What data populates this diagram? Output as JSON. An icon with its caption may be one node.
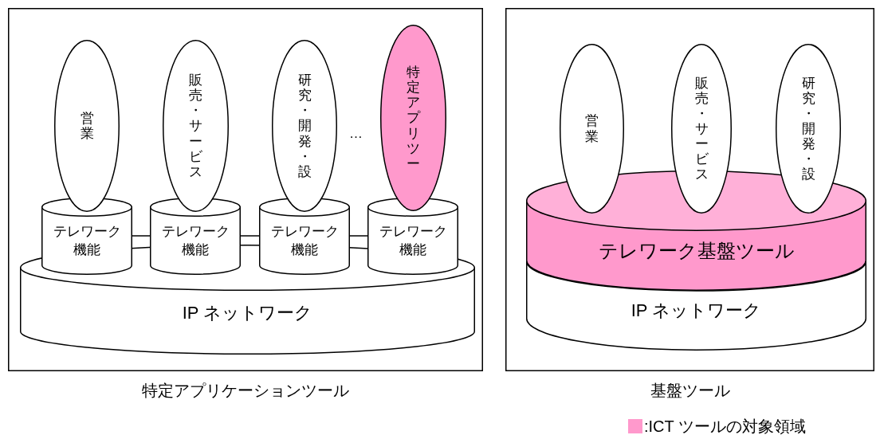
{
  "diagram": {
    "nodes": [
      {
        "text": [
          "特定アプリケーションツール"
        ]
      },
      {
        "text": [
          "営業"
        ],
        "in": 0
      },
      {
        "text": [
          "販売・サービス"
        ],
        "in": 0
      },
      {
        "text": [
          "研究・開発・設"
        ],
        "in": 0
      },
      {
        "text": [
          "特定アプリツー"
        ],
        "in": 0
      },
      {
        "text": [
          "テレワーク機能"
        ],
        "in": 0
      },
      {
        "text": [
          "テレワーク機能"
        ],
        "in": 0
      },
      {
        "text": [
          "テレワーク機能"
        ],
        "in": 0
      },
      {
        "text": [
          "テレワーク機能"
        ],
        "in": 0
      },
      {
        "text": [
          "IP ネットワーク"
        ],
        "in": 0
      },
      {
        "text": [
          "基盤ツール"
        ]
      },
      {
        "text": [
          "営業"
        ],
        "in": 10
      },
      {
        "text": [
          "販売・サービス"
        ],
        "in": 10
      },
      {
        "text": [
          "研究・開発・設"
        ],
        "in": 10
      },
      {
        "text": [
          "テレワーク基盤ツール"
        ],
        "in": 10
      },
      {
        "text": [
          "IP ネットワーク"
        ],
        "in": 10
      }
    ],
    "edges": [
      {
        "from": 5,
        "to": 6,
        "arrow": "none"
      },
      {
        "from": 6,
        "to": 7,
        "arrow": "none"
      },
      {
        "from": 7,
        "to": 8,
        "arrow": "none"
      }
    ],
    "labels": [
      "…"
    ],
    "legend": [
      {
        "text": ":ICT ツールの対象領域",
        "color": "#ff99cc"
      }
    ]
  }
}
